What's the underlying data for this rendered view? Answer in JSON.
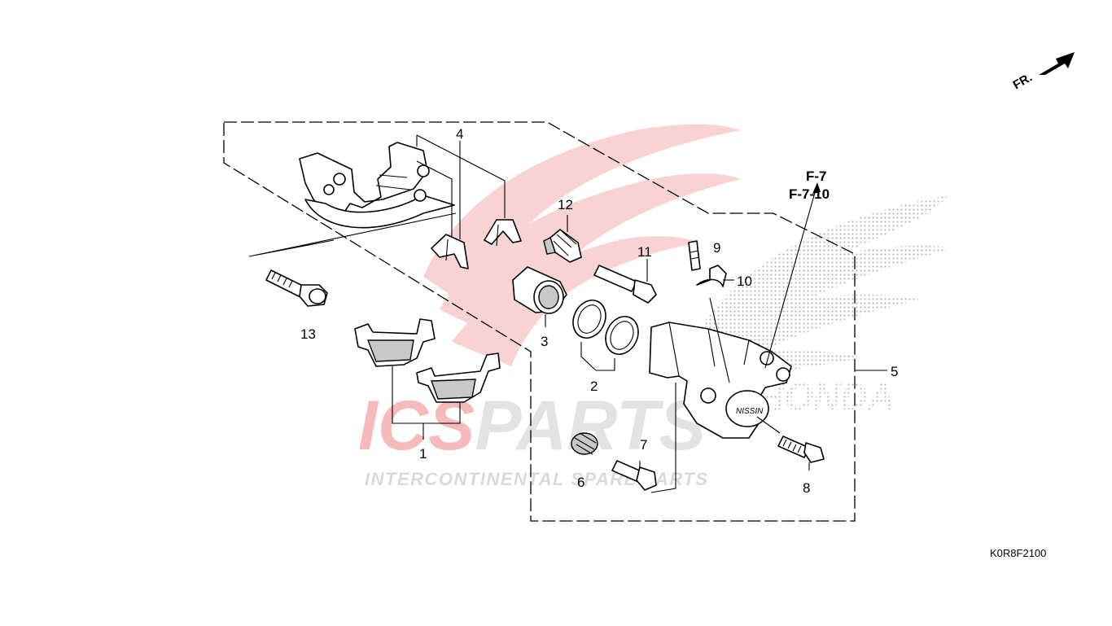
{
  "watermark": {
    "brand": "ICSPARTS",
    "brand_prefix": "ICS",
    "brand_suffix": "PARTS",
    "tagline": "INTERCONTINENTAL SPARE PARTS",
    "brand_red": "#e8383d",
    "brand_grey": "#d9d9d9"
  },
  "direction_label": "FR.",
  "reference": {
    "line1": "F-7",
    "line2": "F-7-10"
  },
  "diagram_code": "K0R8F2100",
  "callouts": {
    "c1": "1",
    "c2": "2",
    "c3": "3",
    "c4": "4",
    "c5": "5",
    "c6": "6",
    "c7": "7",
    "c8": "8",
    "c9": "9",
    "c10": "10",
    "c11": "11",
    "c12": "12",
    "c13": "13"
  },
  "caliper_emblem": "NISSIN"
}
